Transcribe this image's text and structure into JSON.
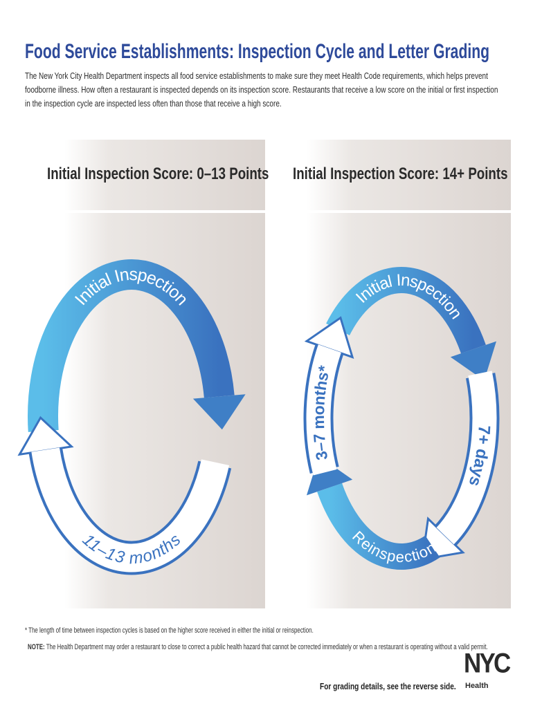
{
  "title": "Food Service Establishments: Inspection Cycle and Letter Grading",
  "intro": "The New York City Health Department inspects all food service establishments to make sure they meet Health Code requirements, which helps prevent foodborne illness. How often a restaurant is inspected depends on its inspection score. Restaurants that receive a low score on the initial or first inspection in the inspection cycle are inspected less often than those that receive a high score.",
  "panels": {
    "low": {
      "header": "Initial Inspection Score: 0–13 Points",
      "arc_top": "Initial Inspection",
      "arc_bottom": "11–13 months"
    },
    "high": {
      "header": "Initial Inspection Score: 14+ Points",
      "arc_top": "Initial Inspection",
      "arc_right": "7+ days",
      "arc_bottom": "Reinspection",
      "arc_left": "3–7 months*"
    }
  },
  "colors": {
    "title": "#2e4a9a",
    "arrow_light": "#5bbde9",
    "arrow_dark": "#3a72bf"
  },
  "footnote": "* The length of time between inspection cycles is based on the higher score received in either the initial or reinspection.",
  "note_label": "NOTE:",
  "note_text": " The Health Department may order a restaurant to close to correct a public health hazard that cannot be corrected immediately or when a restaurant is operating without a valid permit.",
  "grading_note": "For grading details, see the reverse side.",
  "logo": {
    "nyc": "NYC",
    "health": "Health"
  }
}
